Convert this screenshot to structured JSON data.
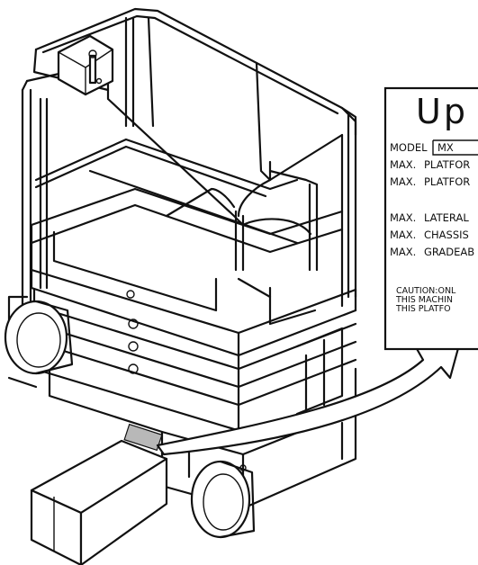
{
  "plate": {
    "title": "Up",
    "rows": [
      {
        "prefix": "MODEL",
        "value": "MX"
      },
      {
        "prefix": "MAX.",
        "value": "PLATFOR"
      },
      {
        "prefix": "MAX.",
        "value": "PLATFOR"
      },
      {
        "prefix": "MAX.",
        "value": "LATERAL"
      },
      {
        "prefix": "MAX.",
        "value": "CHASSIS"
      },
      {
        "prefix": "MAX.",
        "value": "GRADEAB"
      }
    ],
    "caution": [
      "CAUTION:ONL",
      "THIS MACHIN",
      "THIS PLATFO"
    ]
  },
  "colors": {
    "ink": "#111111",
    "label_patch": "#b8b8b8",
    "arrow_fill": "#ffffff"
  }
}
